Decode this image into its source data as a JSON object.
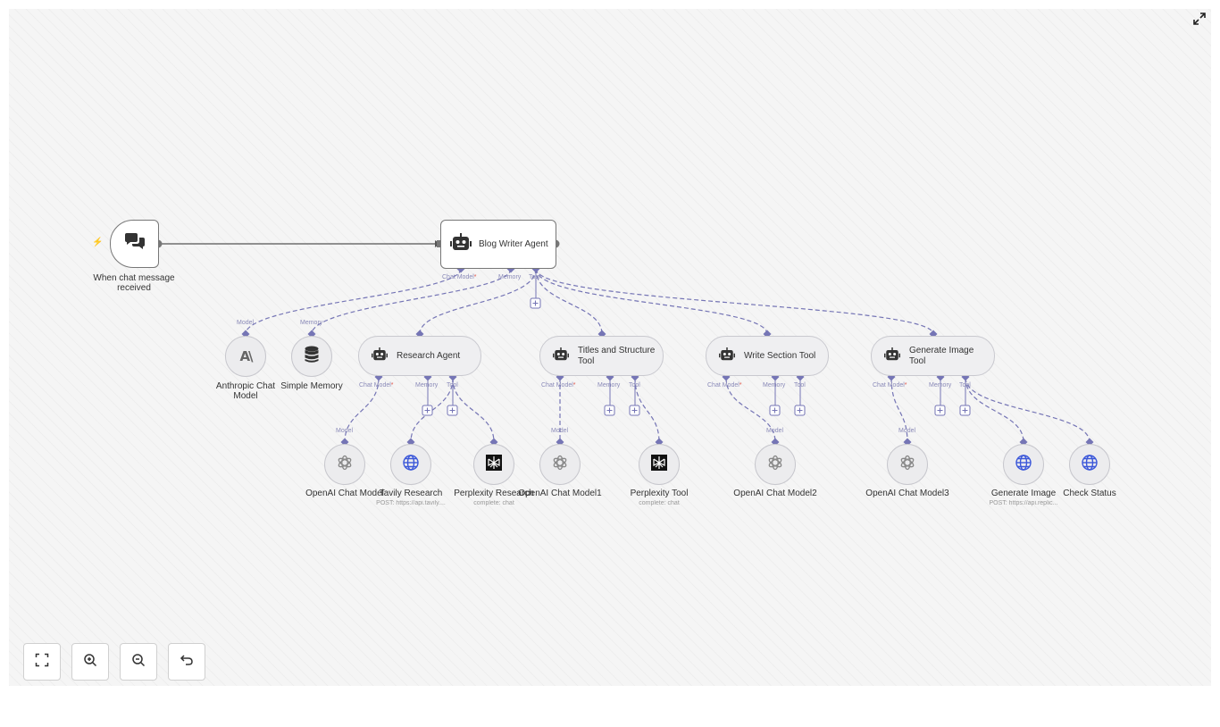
{
  "colors": {
    "connector": "#7575b5",
    "bolt": "#f46a4d"
  },
  "trigger": {
    "label_line1": "When chat message",
    "label_line2": "received",
    "icon": "chat-bubbles-icon"
  },
  "blog_agent": {
    "title": "Blog Writer Agent",
    "icon": "robot-icon",
    "ports": {
      "chat_model": "Chat Model",
      "memory": "Memory",
      "tool": "Tool",
      "required": "*"
    }
  },
  "anthropic": {
    "port": "Model",
    "label_line1": "Anthropic Chat",
    "label_line2": "Model",
    "icon": "anthropic-icon"
  },
  "memory_node": {
    "port": "Memory",
    "label": "Simple Memory",
    "icon": "database-icon"
  },
  "research_agent": {
    "title": "Research Agent",
    "ports": {
      "chat_model": "Chat Model",
      "memory": "Memory",
      "tool": "Tool"
    }
  },
  "titles_tool": {
    "title": "Titles and Structure Tool",
    "ports": {
      "chat_model": "Chat Model",
      "memory": "Memory",
      "tool": "Tool"
    }
  },
  "write_tool": {
    "title": "Write Section Tool",
    "ports": {
      "chat_model": "Chat Model",
      "memory": "Memory",
      "tool": "Tool"
    }
  },
  "image_tool": {
    "title": "Generate Image Tool",
    "ports": {
      "chat_model": "Chat Model",
      "memory": "Memory",
      "tool": "Tool"
    }
  },
  "openai0": {
    "port": "Model",
    "label": "OpenAI Chat Model",
    "icon": "openai-icon"
  },
  "tavily": {
    "label": "Tavily Research",
    "sub": "POST: https://api.tavily....",
    "icon": "globe-icon"
  },
  "perplexity_research": {
    "label": "Perplexity Research",
    "sub": "complete: chat",
    "icon": "perplexity-icon"
  },
  "openai1": {
    "port": "Model",
    "label": "OpenAI Chat Model1",
    "icon": "openai-icon"
  },
  "perplexity_tool": {
    "label": "Perplexity Tool",
    "sub": "complete: chat",
    "icon": "perplexity-icon"
  },
  "openai2": {
    "port": "Model",
    "label": "OpenAI Chat Model2",
    "icon": "openai-icon"
  },
  "openai3": {
    "port": "Model",
    "label": "OpenAI Chat Model3",
    "icon": "openai-icon"
  },
  "generate_image": {
    "label": "Generate Image",
    "sub": "POST: https://api.replic...",
    "icon": "globe-icon"
  },
  "check_status": {
    "label": "Check Status",
    "icon": "globe-icon"
  },
  "controls": {
    "fit": "fit-view-icon",
    "zoom_in": "zoom-in-icon",
    "zoom_out": "zoom-out-icon",
    "reset": "undo-icon",
    "fullscreen": "expand-icon"
  }
}
